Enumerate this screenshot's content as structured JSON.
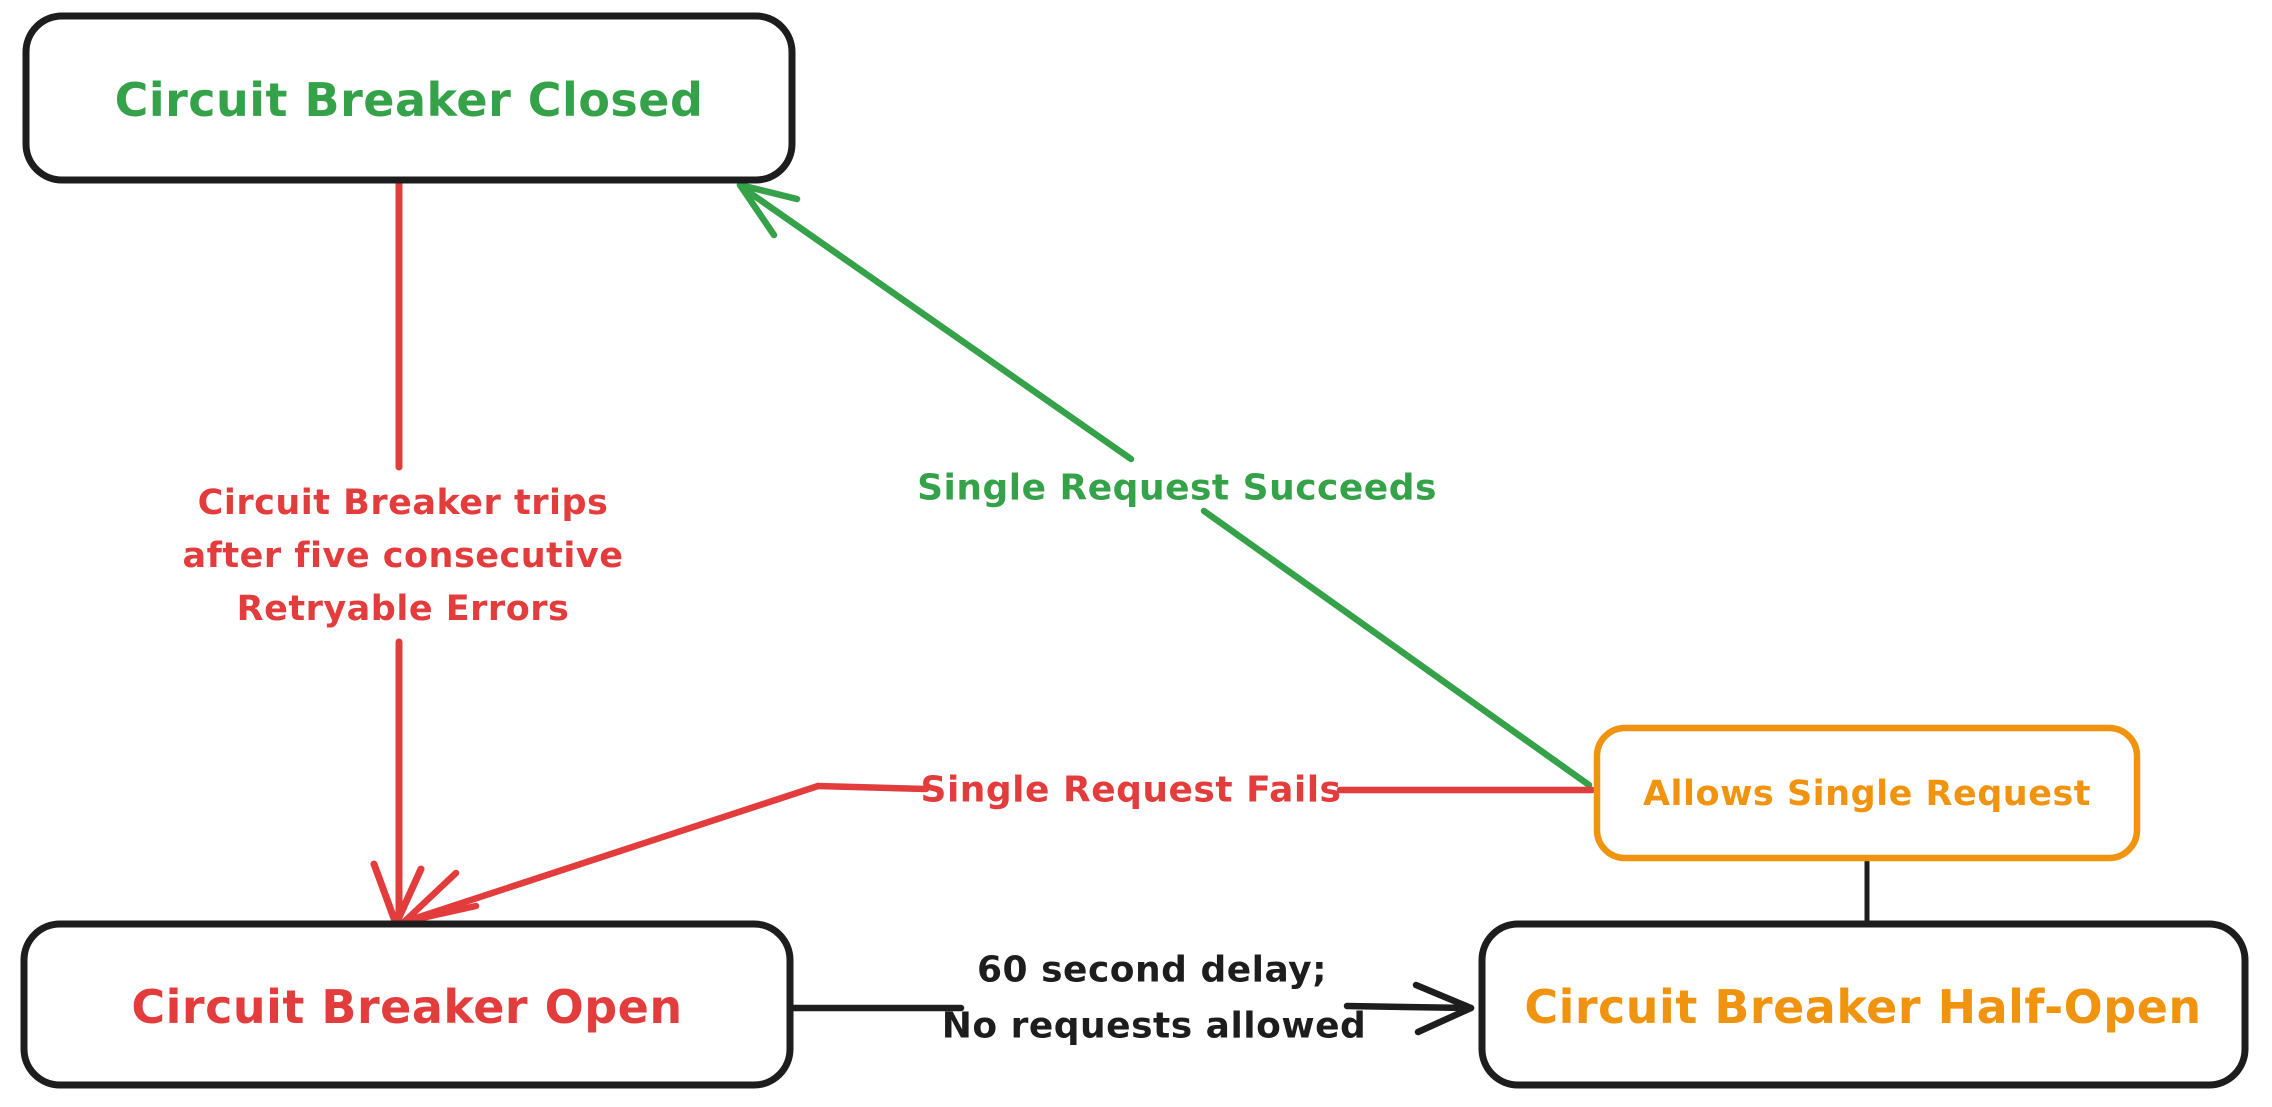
{
  "colors": {
    "black": "#1d1d1d",
    "red": "#e23c3c",
    "green": "#35a24a",
    "orange": "#f0930f",
    "background": "#ffffff"
  },
  "nodes": {
    "closed": {
      "label": "Circuit Breaker Closed",
      "color": "#35a24a",
      "border_color": "#1d1d1d"
    },
    "open": {
      "label": "Circuit Breaker Open",
      "color": "#e23c3c",
      "border_color": "#1d1d1d"
    },
    "half_open": {
      "label": "Circuit Breaker Half-Open",
      "color": "#f0930f",
      "border_color": "#1d1d1d"
    },
    "allows_single_request": {
      "label": "Allows Single Request",
      "color": "#f0930f",
      "border_color": "#f0930f"
    }
  },
  "edges": {
    "trip": {
      "from": "closed",
      "to": "open",
      "color": "#e23c3c",
      "lines": [
        "Circuit Breaker trips",
        "after five consecutive",
        "Retryable Errors"
      ]
    },
    "succeeds": {
      "from": "allows_single_request",
      "to": "closed",
      "color": "#35a24a",
      "label": "Single Request Succeeds"
    },
    "fails": {
      "from": "allows_single_request",
      "to": "open",
      "color": "#e23c3c",
      "label": "Single Request Fails"
    },
    "delay": {
      "from": "open",
      "to": "half_open",
      "color": "#1d1d1d",
      "lines": [
        "60 second delay;",
        "No requests allowed"
      ]
    },
    "half_open_to_allows": {
      "from": "half_open",
      "to": "allows_single_request",
      "color": "#1d1d1d",
      "label": ""
    }
  }
}
